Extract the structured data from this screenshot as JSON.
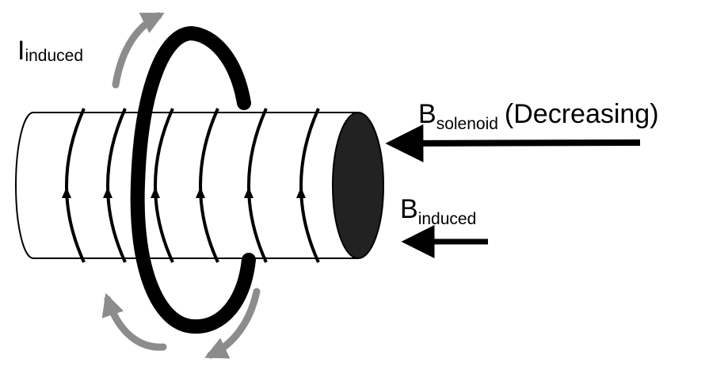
{
  "labels": {
    "i_induced": {
      "main": "I",
      "sub": "induced"
    },
    "b_solenoid": {
      "main": "B",
      "sub": "solenoid",
      "note": "(Decreasing)"
    },
    "b_induced": {
      "main": "B",
      "sub": "induced"
    }
  },
  "colors": {
    "line": "#000000",
    "end_cap": "#222222",
    "current_arrow": "#8c8c8c",
    "background": "#ffffff"
  },
  "icons": {
    "current_direction": "curved-arrow-icon",
    "field_direction": "left-arrow-icon"
  }
}
